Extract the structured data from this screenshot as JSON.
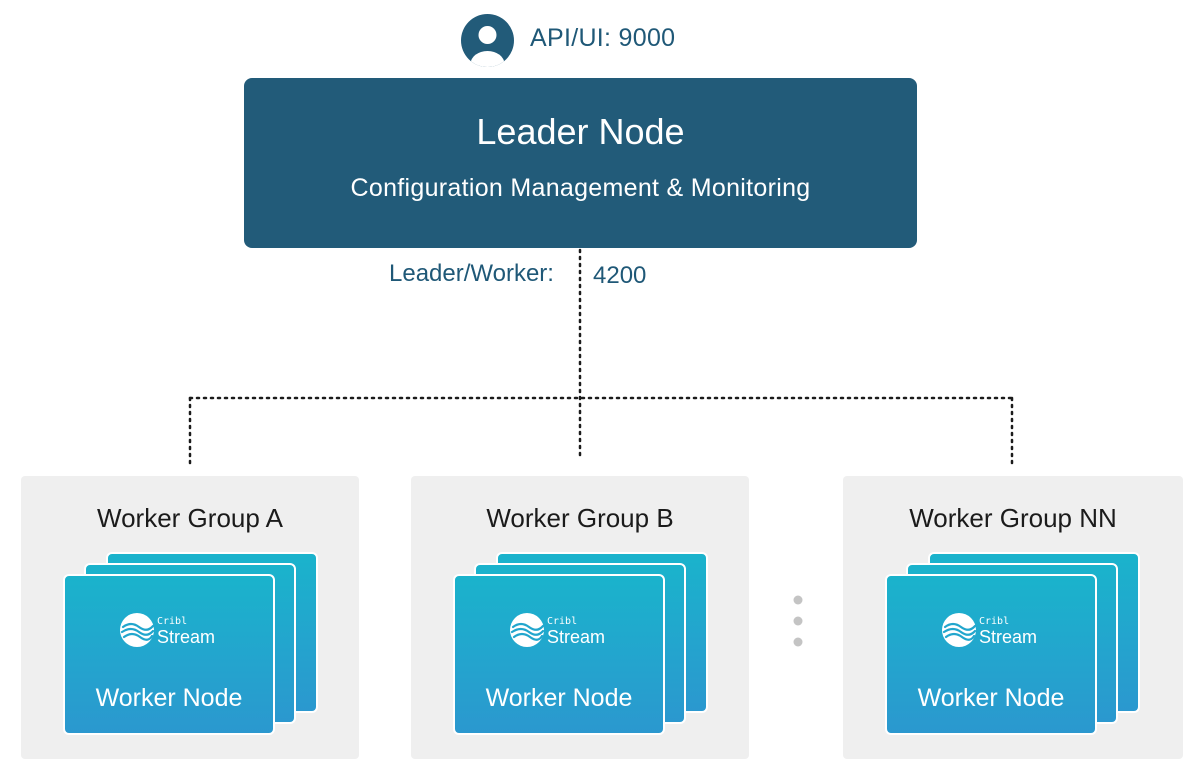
{
  "api": {
    "label": "API/UI: 9000"
  },
  "leader": {
    "title": "Leader Node",
    "subtitle": "Configuration Management & Monitoring"
  },
  "connection": {
    "label": "Leader/Worker:",
    "port": "4200"
  },
  "groups": [
    {
      "title": "Worker Group A",
      "logo_small": "Cribl",
      "logo_big": "Stream",
      "node_label": "Worker Node"
    },
    {
      "title": "Worker Group B",
      "logo_small": "Cribl",
      "logo_big": "Stream",
      "node_label": "Worker Node"
    },
    {
      "title": "Worker Group NN",
      "logo_small": "Cribl",
      "logo_big": "Stream",
      "node_label": "Worker Node"
    }
  ],
  "colors": {
    "leader": "#225b79",
    "accent_text": "#1f5877",
    "group_bg": "#efefef",
    "card_top": "#1ab3cc",
    "card_bottom": "#2b98cf"
  },
  "icons": [
    "user-icon",
    "cribl-logo-icon",
    "vertical-ellipsis-icon"
  ]
}
